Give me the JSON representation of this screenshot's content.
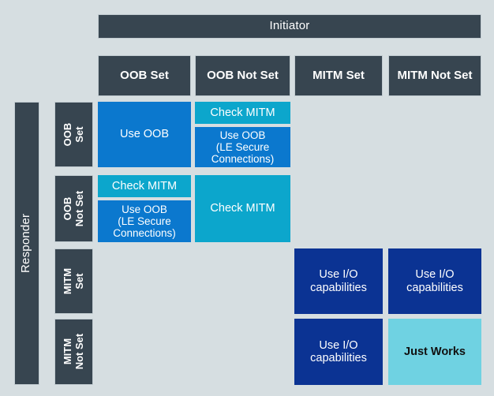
{
  "diagram": {
    "background_color": "#d6dee1",
    "initiator_header": "Initiator",
    "responder_header": "Responder",
    "colors": {
      "header_dark": "#374550",
      "blue": "#0b78ce",
      "teal": "#0ca6cc",
      "navy": "#0b3393",
      "cyan": "#6fd2e2"
    },
    "columns": [
      {
        "label": "OOB Set"
      },
      {
        "label": "OOB Not Set"
      },
      {
        "label": "MITM Set"
      },
      {
        "label": "MITM Not Set"
      }
    ],
    "rows": [
      {
        "label": "OOB Set"
      },
      {
        "label": "OOB\nNot Set"
      },
      {
        "label": "MITM Set"
      },
      {
        "label": "MITM\nNot Set"
      }
    ],
    "cells": [
      {
        "id": "r1c12",
        "text": "Use OOB",
        "color": "blue"
      },
      {
        "id": "r1c2-top",
        "text": "Check MITM",
        "color": "teal"
      },
      {
        "id": "r1c2-bottom",
        "text": "Use OOB\n(LE Secure\nConnections)",
        "color": "blue"
      },
      {
        "id": "r2c1-top",
        "text": "Check MITM",
        "color": "teal"
      },
      {
        "id": "r2c1-bottom",
        "text": "Use OOB\n(LE Secure\nConnections)",
        "color": "blue"
      },
      {
        "id": "r2c2",
        "text": "Check MITM",
        "color": "teal"
      },
      {
        "id": "r3c3",
        "text": "Use I/O\ncapabilities",
        "color": "navy"
      },
      {
        "id": "r3c4",
        "text": "Use I/O\ncapabilities",
        "color": "navy"
      },
      {
        "id": "r4c3",
        "text": "Use I/O\ncapabilities",
        "color": "navy"
      },
      {
        "id": "r4c4",
        "text": "Just Works",
        "color": "cyan"
      }
    ]
  }
}
